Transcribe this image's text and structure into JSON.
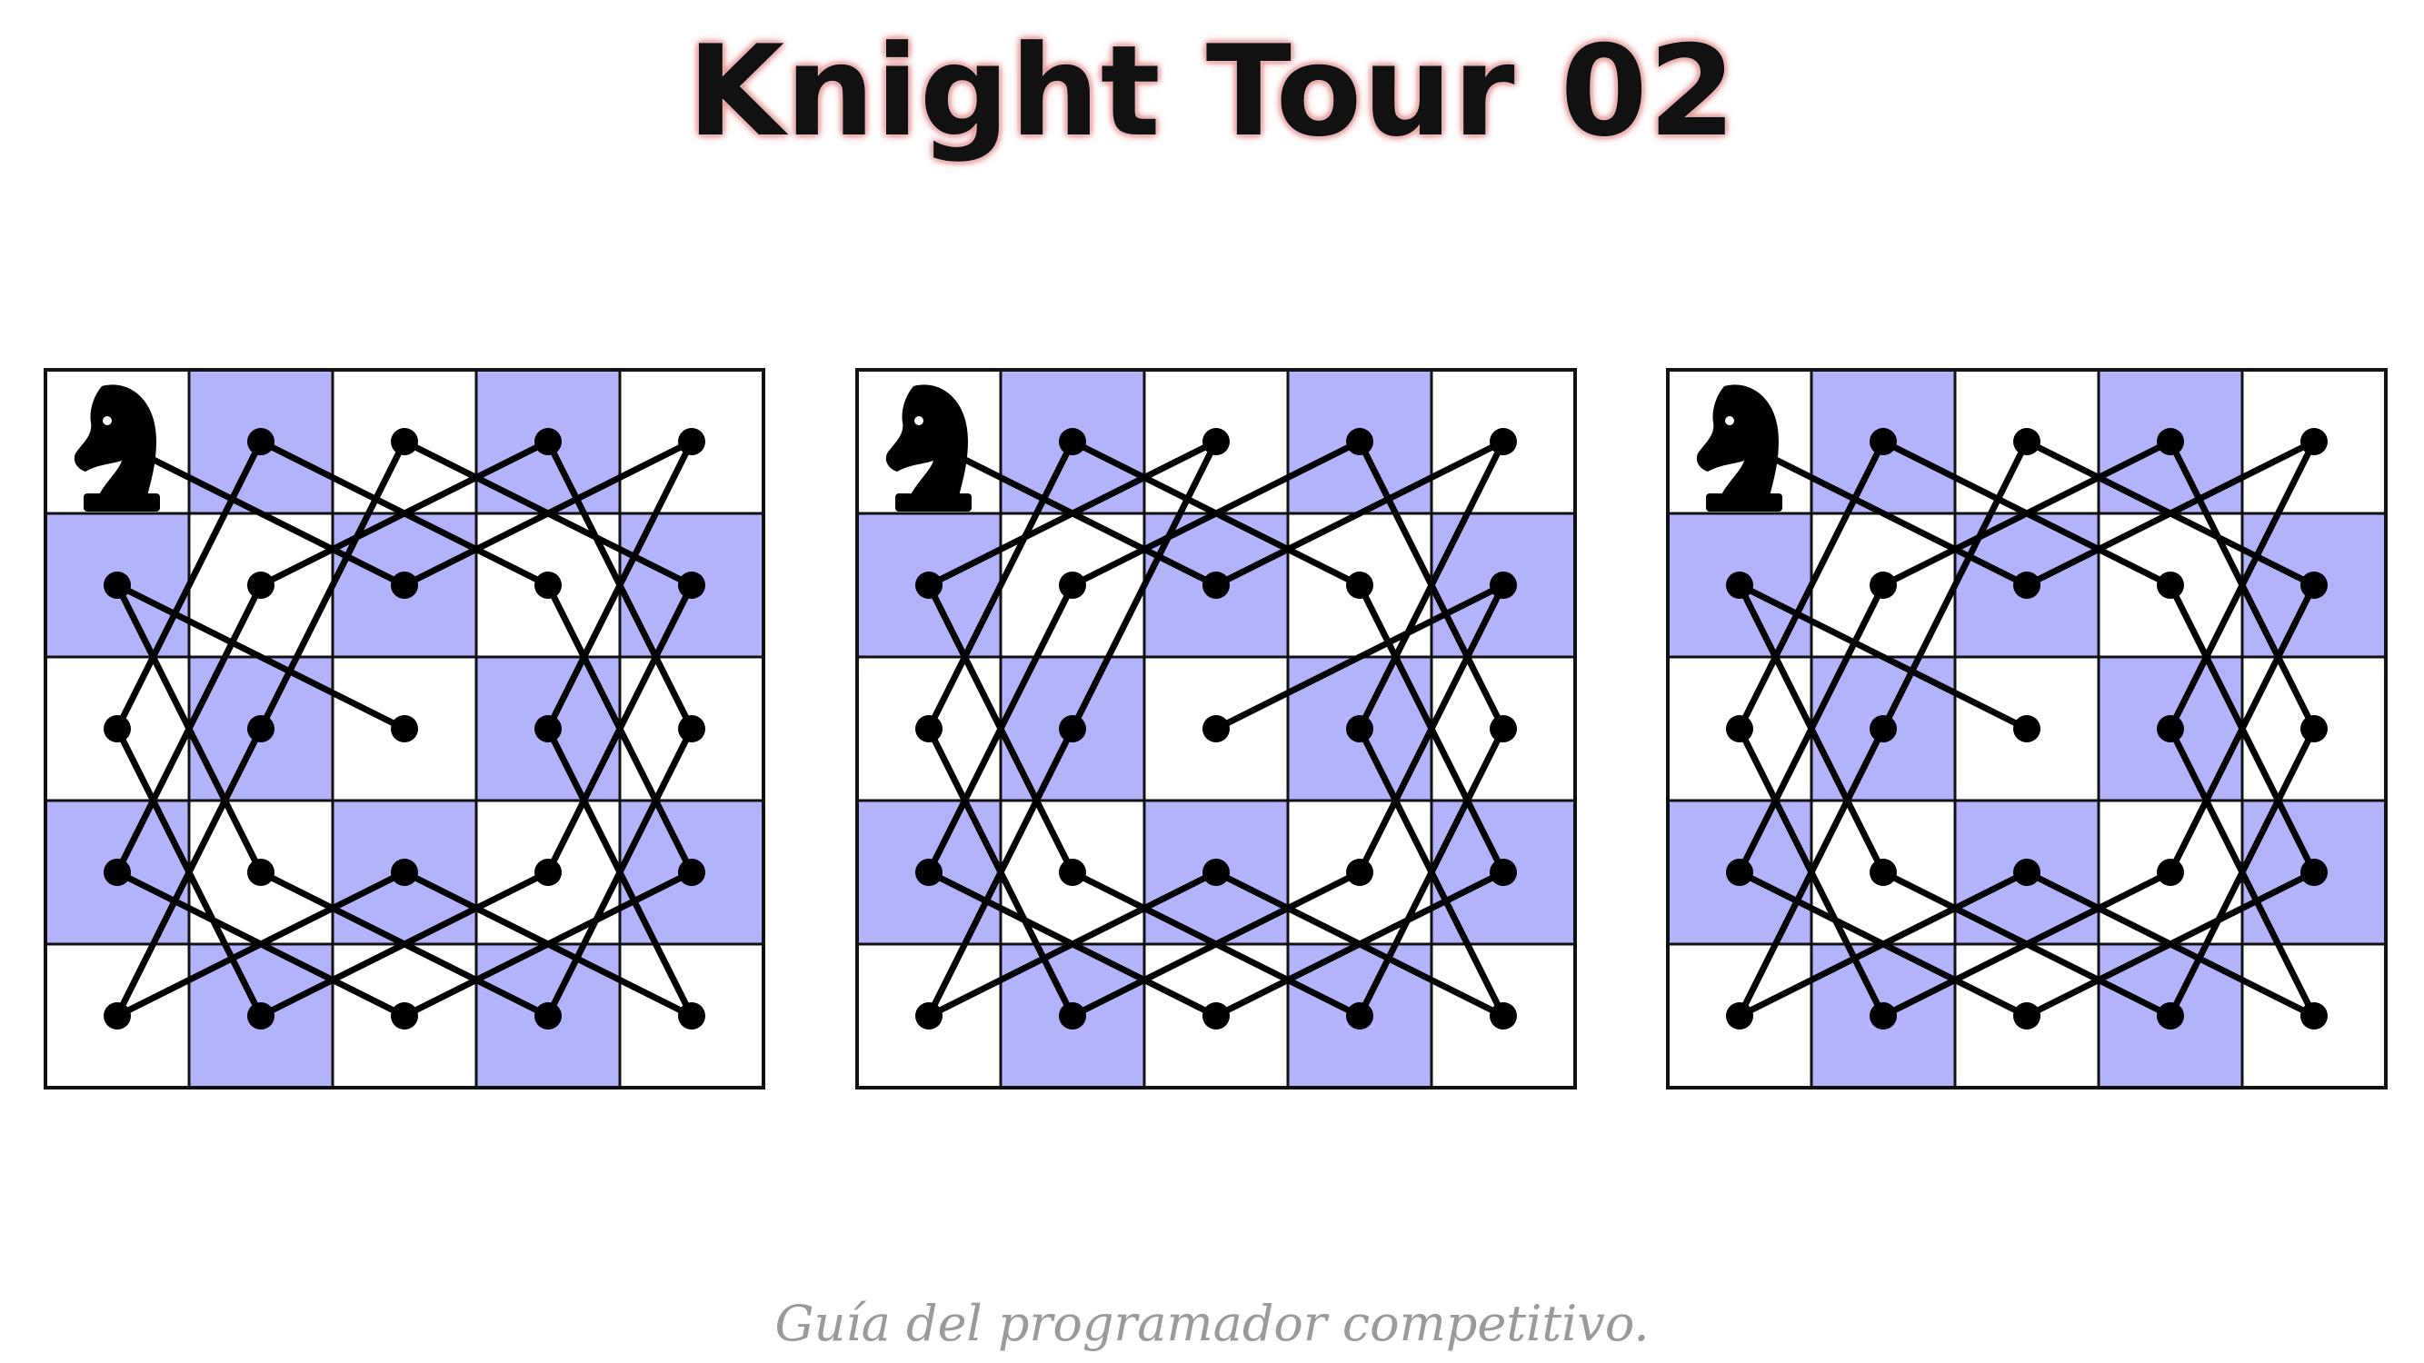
{
  "title": "Knight Tour 02",
  "subtitle": "Guía del programador competitivo.",
  "colors": {
    "light_square": "#ffffff",
    "dark_square": "#b3b3fb",
    "grid_line": "#111111",
    "path": "#000000"
  },
  "board_size": 5,
  "piece_icon": "knight-icon",
  "tours": [
    {
      "name": "board-1",
      "path": [
        [
          0,
          0
        ],
        [
          1,
          2
        ],
        [
          0,
          4
        ],
        [
          2,
          3
        ],
        [
          4,
          4
        ],
        [
          3,
          2
        ],
        [
          4,
          0
        ],
        [
          2,
          1
        ],
        [
          0,
          2
        ],
        [
          1,
          4
        ],
        [
          3,
          3
        ],
        [
          4,
          1
        ],
        [
          2,
          0
        ],
        [
          0,
          1
        ],
        [
          1,
          3
        ],
        [
          3,
          4
        ],
        [
          4,
          2
        ],
        [
          3,
          0
        ],
        [
          1,
          1
        ],
        [
          0,
          3
        ],
        [
          2,
          4
        ],
        [
          4,
          3
        ],
        [
          3,
          1
        ],
        [
          1,
          0
        ],
        [
          2,
          2
        ]
      ]
    },
    {
      "name": "board-2",
      "path": [
        [
          0,
          0
        ],
        [
          1,
          2
        ],
        [
          0,
          4
        ],
        [
          2,
          3
        ],
        [
          4,
          4
        ],
        [
          3,
          2
        ],
        [
          4,
          0
        ],
        [
          2,
          1
        ],
        [
          0,
          2
        ],
        [
          1,
          0
        ],
        [
          3,
          1
        ],
        [
          4,
          3
        ],
        [
          2,
          4
        ],
        [
          0,
          3
        ],
        [
          1,
          1
        ],
        [
          3,
          0
        ],
        [
          4,
          2
        ],
        [
          3,
          4
        ],
        [
          1,
          3
        ],
        [
          0,
          1
        ],
        [
          2,
          0
        ],
        [
          4,
          1
        ],
        [
          3,
          3
        ],
        [
          1,
          4
        ],
        [
          2,
          2
        ]
      ]
    },
    {
      "name": "board-3",
      "path": [
        [
          0,
          0
        ],
        [
          1,
          2
        ],
        [
          0,
          4
        ],
        [
          2,
          3
        ],
        [
          4,
          4
        ],
        [
          3,
          2
        ],
        [
          4,
          0
        ],
        [
          2,
          1
        ],
        [
          0,
          2
        ],
        [
          1,
          4
        ],
        [
          3,
          3
        ],
        [
          4,
          1
        ],
        [
          2,
          0
        ],
        [
          0,
          1
        ],
        [
          1,
          3
        ],
        [
          3,
          4
        ],
        [
          4,
          2
        ],
        [
          3,
          0
        ],
        [
          1,
          1
        ],
        [
          0,
          3
        ],
        [
          2,
          4
        ],
        [
          4,
          3
        ],
        [
          3,
          1
        ],
        [
          1,
          0
        ],
        [
          2,
          2
        ]
      ]
    }
  ]
}
